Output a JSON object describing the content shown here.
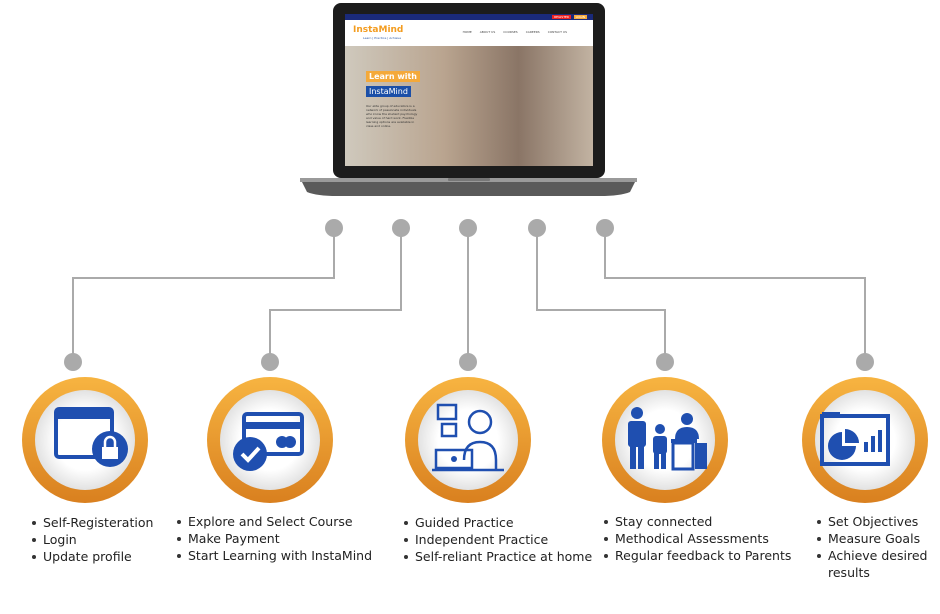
{
  "laptop_screen": {
    "brand": "InstaMind",
    "tagline": "Learn | Practice | Achieve",
    "nav": [
      "HOME",
      "ABOUT US",
      "COURSES",
      "CAREERS",
      "CONTACT US"
    ],
    "top_buttons": [
      "REGISTER",
      "LOGIN"
    ],
    "hero_line1": "Learn with",
    "hero_line2": "InstaMind",
    "hero_text": "Our elite group of educators is a network of passionate individuals who know the student psychology and value of hard work. Flexible learning options are available in class and online."
  },
  "steps": [
    {
      "icon": "registration-lock-icon",
      "items": [
        "Self-Registeration",
        "Login",
        "Update profile"
      ]
    },
    {
      "icon": "credit-card-payment-icon",
      "items": [
        "Explore and Select Course",
        "Make Payment",
        "Start Learning with InstaMind"
      ]
    },
    {
      "icon": "student-practice-icon",
      "items": [
        "Guided Practice",
        "Independent Practice",
        "Self-reliant Practice at home"
      ]
    },
    {
      "icon": "parent-teacher-meeting-icon",
      "items": [
        "Stay connected",
        "Methodical Assessments",
        "Regular feedback to Parents"
      ]
    },
    {
      "icon": "analytics-goals-icon",
      "items": [
        "Set Objectives",
        "Measure Goals",
        "Achieve desired results"
      ]
    }
  ],
  "colors": {
    "accent": "#f2a53a",
    "icon_blue": "#1f4fb0",
    "connector": "#aaaaaa"
  }
}
